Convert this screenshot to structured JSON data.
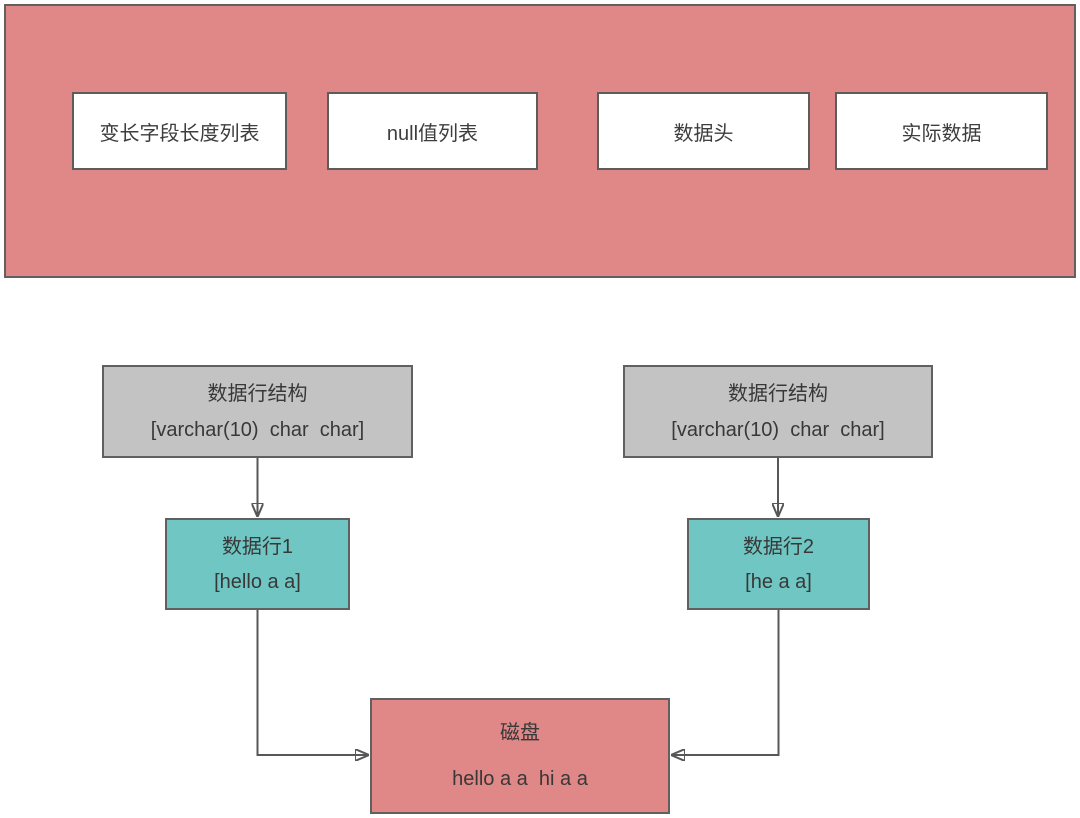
{
  "diagram": {
    "row_format_container": {
      "segments": [
        {
          "label": "变长字段长度列表"
        },
        {
          "label": "null值列表"
        },
        {
          "label": "数据头"
        },
        {
          "label": "实际数据"
        }
      ]
    },
    "row_structs": [
      {
        "title": "数据行结构",
        "detail": "[varchar(10)  char  char]"
      },
      {
        "title": "数据行结构",
        "detail": "[varchar(10)  char  char]"
      }
    ],
    "data_rows": [
      {
        "title": "数据行1",
        "detail": "[hello a a]"
      },
      {
        "title": "数据行2",
        "detail": "[he a a]"
      }
    ],
    "disk": {
      "title": "磁盘",
      "detail": "hello a a  hi a a"
    }
  },
  "colors": {
    "salmon_fill": "#e08787",
    "teal_fill": "#6fc6c2",
    "gray_fill": "#c3c3c3",
    "white_fill": "#ffffff",
    "border": "#606060",
    "connector": "#575757",
    "text": "#3d3d3d"
  }
}
